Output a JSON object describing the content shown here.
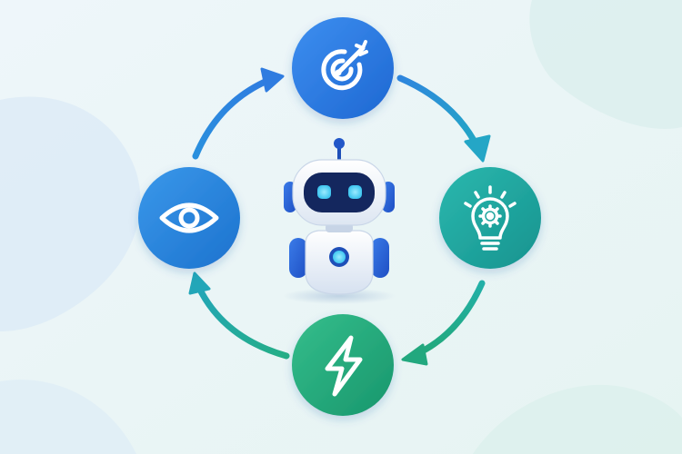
{
  "diagram": {
    "type": "cycle",
    "direction": "clockwise",
    "center": {
      "icon": "robot-icon"
    },
    "nodes": [
      {
        "id": "goal",
        "icon": "target-arrow-icon",
        "color": "#2F7CE0"
      },
      {
        "id": "think",
        "icon": "lightbulb-gear-icon",
        "color": "#1FA7A0"
      },
      {
        "id": "act",
        "icon": "lightning-bolt-icon",
        "color": "#22A87A"
      },
      {
        "id": "observe",
        "icon": "eye-icon",
        "color": "#2A87DC"
      }
    ]
  },
  "colors": {
    "background": "#EAF4F8",
    "blue_accent": "#2F7CE0",
    "teal_accent": "#1FA7A0",
    "green_accent": "#22A87A",
    "robot_visor": "#13245A",
    "robot_eye_glow": "#5ED6F5"
  }
}
